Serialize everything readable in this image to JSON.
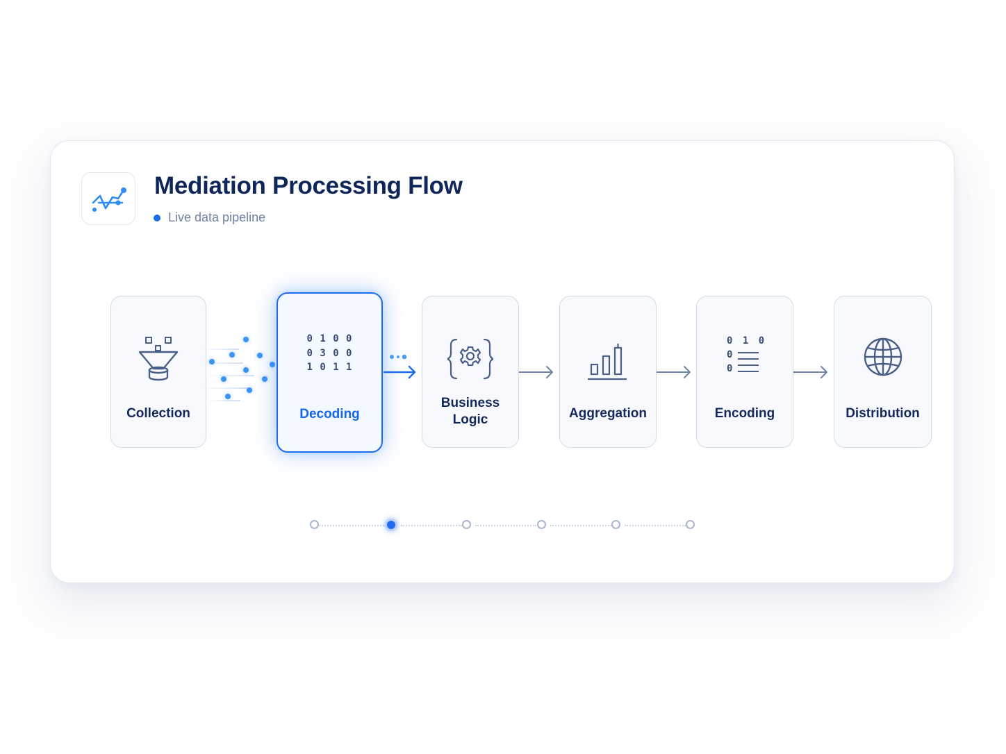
{
  "header": {
    "title": "Mediation Processing Flow",
    "subtitle": "Live data pipeline",
    "logo_icon": "sparkline-chart-icon"
  },
  "steps": [
    {
      "label": "Collection",
      "icon": "funnel-icon",
      "active": false
    },
    {
      "label": "Decoding",
      "icon": "binary-code-icon",
      "binary": [
        "0 1 0 0",
        "0 3 0 0",
        "1 0 1 1"
      ],
      "active": true
    },
    {
      "label": "Business",
      "label2": "Logic",
      "icon": "gear-braces-icon",
      "active": false
    },
    {
      "label": "Aggregation",
      "icon": "bar-chart-icon",
      "active": false
    },
    {
      "label": "Encoding",
      "icon": "encoded-list-icon",
      "binary": [
        "0 1 0",
        "0",
        "0"
      ],
      "active": false
    },
    {
      "label": "Distribution",
      "icon": "globe-icon",
      "active": false
    }
  ],
  "progress": {
    "total": 6,
    "current": 2
  },
  "colors": {
    "accent": "#1d6cf0",
    "title": "#0f2658",
    "muted": "#6e80a3",
    "icon": "#4a5f86"
  }
}
